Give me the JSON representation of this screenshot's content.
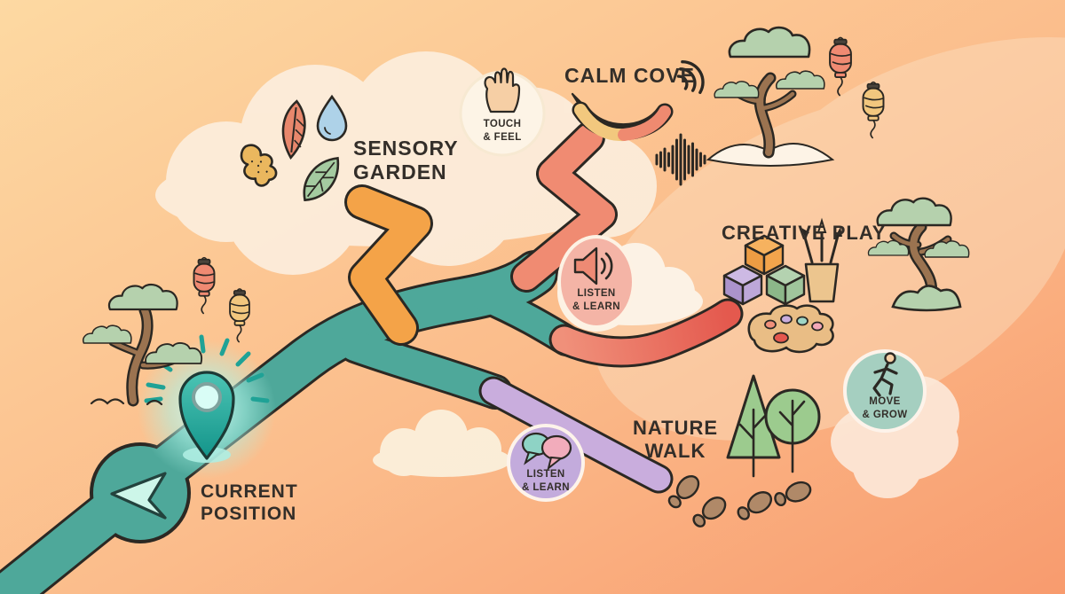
{
  "title": "Activity journey map",
  "background": {
    "gradient_start": "#fdd9a2",
    "gradient_end": "#f89b6e"
  },
  "current_position": {
    "label": "CURRENT\nPOSITION",
    "marker": "location-pin-icon",
    "cursor": "navigation-arrow-icon",
    "pin_color": "#23a79a"
  },
  "destinations": [
    {
      "id": "sensory-garden",
      "label": "SENSORY\nGARDEN",
      "path_color": "#f4a348",
      "icons": [
        "red-leaf-icon",
        "oak-leaf-icon",
        "green-leaf-icon",
        "water-drop-icon"
      ]
    },
    {
      "id": "calm-cove",
      "label": "CALM COVE",
      "path_color": "#f08b72",
      "icons": [
        "hammock-icon",
        "sound-waves-icon",
        "waveform-icon"
      ]
    },
    {
      "id": "creative-play",
      "label": "CREATIVE PLAY",
      "path_color": "#e4594e",
      "icons": [
        "building-blocks-icon",
        "brush-cup-icon",
        "paint-palette-icon"
      ]
    },
    {
      "id": "nature-walk",
      "label": "NATURE\nWALK",
      "path_color": "#c9addd",
      "icons": [
        "pine-tree-icon",
        "round-tree-icon",
        "footprints-icon"
      ]
    }
  ],
  "badges": [
    {
      "id": "touch-feel",
      "label": "TOUCH\n& FEEL",
      "icon": "hand-icon",
      "color": "#fdf4e6"
    },
    {
      "id": "listen-learn-audio",
      "label": "LISTEN\n& LEARN",
      "icon": "speaker-icon",
      "color": "#f4b4a6"
    },
    {
      "id": "listen-learn-chat",
      "label": "LISTEN\n& LEARN",
      "icon": "chat-bubbles-icon",
      "color": "#c3abdc"
    },
    {
      "id": "move-grow",
      "label": "MOVE\n& GROW",
      "icon": "runner-icon",
      "color": "#a5cfc0"
    }
  ],
  "decorations": [
    "bonsai-tree-icon",
    "lantern-icon",
    "cloud-shape"
  ],
  "palette": {
    "main_path": "#4ea89a",
    "outline": "#2b2823",
    "text": "#332e29",
    "lantern_coral": "#ef8a72",
    "lantern_yellow": "#f2c77e",
    "foliage": "#b5d1ad",
    "walk_tree_green": "#9ccb8e",
    "footprint_brown": "#b08968"
  }
}
